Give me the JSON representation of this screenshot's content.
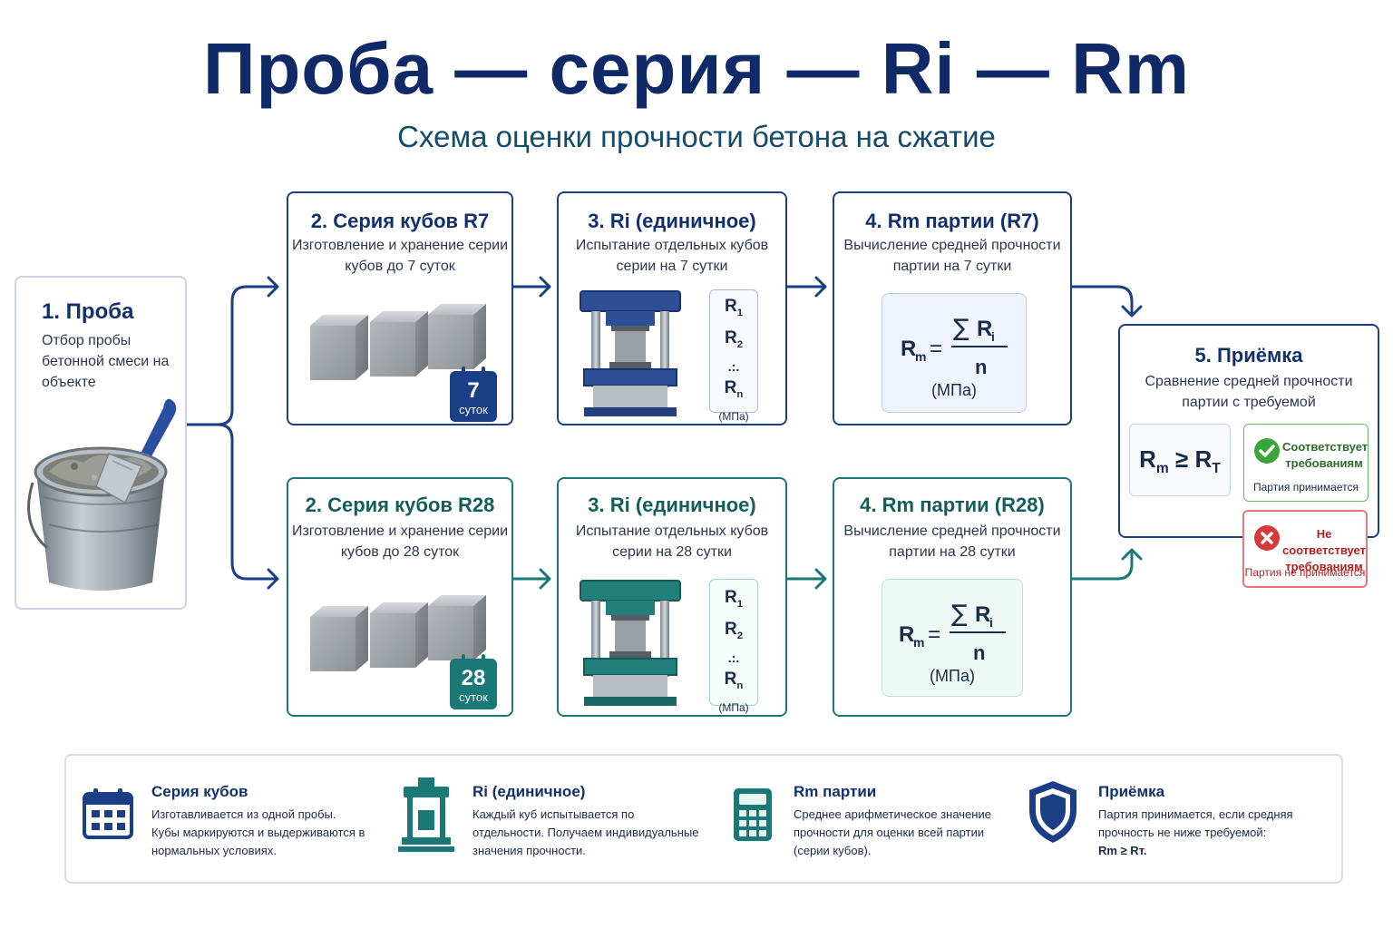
{
  "header": {
    "title": "Проба — серия — Ri — Rm",
    "subtitle": "Схема оценки прочности бетона на сжатие"
  },
  "sample": {
    "title": "1. Проба",
    "desc": "Отбор пробы бетонной смеси на объекте"
  },
  "row7": {
    "series_title": "2. Серия кубов R7",
    "series_desc": "Изготовление и хранение серии кубов до 7 суток",
    "badge_num": "7",
    "badge_unit": "суток",
    "ri_title": "3. Ri (единичное)",
    "ri_desc": "Испытание отдельных кубов серии на 7 сутки",
    "rm_title": "4. Rm партии (R7)",
    "rm_desc": "Вычисление средней прочности партии на 7 сутки"
  },
  "row28": {
    "series_title": "2. Серия кубов R28",
    "series_desc": "Изготовление и хранение серии кубов до 28 суток",
    "badge_num": "28",
    "badge_unit": "суток",
    "ri_title": "3. Ri (единичное)",
    "ri_desc": "Испытание отдельных кубов серии на 28 сутки",
    "rm_title": "4. Rm партии (R28)",
    "rm_desc": "Вычисление средней прочности партии на 28 сутки"
  },
  "rlist": {
    "r1": "R",
    "r1_sub": "1",
    "r2": "R",
    "r2_sub": "2",
    "dots": ".:.",
    "rn": "R",
    "rn_sub": "n",
    "unit": "(МПа)"
  },
  "formula": {
    "lhs": "R",
    "lhs_sub": "m",
    "eq": "=",
    "sigma": "∑",
    "num": "R",
    "num_sub": "i",
    "den": "n",
    "unit": "(МПа)"
  },
  "acceptance": {
    "title": "5. Приёмка",
    "desc": "Сравнение средней прочности партии с требуемой",
    "comparison_lhs": "R",
    "comparison_lhs_sub": "m",
    "comparison_op": "≥",
    "comparison_rhs": "R",
    "comparison_rhs_sub": "T",
    "ok_text": "Соответствует требованиям",
    "ok_foot": "Партия принимается",
    "bad_text": "Не соответствует требованиям",
    "bad_foot": "Партия не принимается"
  },
  "legend": {
    "series": {
      "title": "Серия кубов",
      "text": "Изготавливается из одной пробы. Кубы маркируются и выдерживаются в нормальных условиях."
    },
    "ri": {
      "title": "Ri (единичное)",
      "text": "Каждый куб испытывается по отдельности. Получаем индивидуальные значения прочности."
    },
    "rm": {
      "title": "Rm партии",
      "text": "Среднее арифметическое значение прочности для оценки всей партии (серии кубов)."
    },
    "accept": {
      "title": "Приёмка",
      "text": "Партия принимается, если средняя прочность не ниже требуемой:",
      "mark": "Rm ≥ Rт."
    }
  },
  "colors": {
    "navy": "#1b3f86",
    "teal": "#1a7876",
    "ok": "#3aa53a",
    "bad": "#d63a3a"
  },
  "icons": [
    "trowel-bucket-icon",
    "concrete-cube-icon",
    "calendar-icon",
    "press-machine-icon",
    "calculator-icon",
    "shield-icon",
    "check-icon",
    "cross-icon"
  ]
}
